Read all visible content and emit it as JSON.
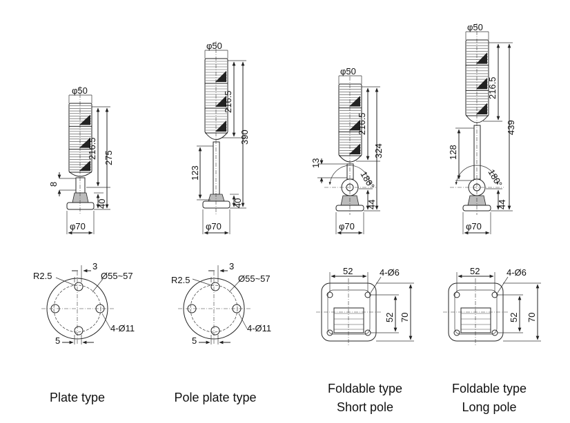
{
  "views": [
    {
      "id": "plate",
      "caption": [
        "Plate type"
      ],
      "elevation": {
        "top_dia": "φ50",
        "base_dia": "φ70",
        "dims": [
          "216.5",
          "275",
          "8",
          "40"
        ]
      },
      "plan": {
        "labels": [
          "R2.5",
          "3",
          "Ø55~57",
          "4-Ø11",
          "5"
        ]
      }
    },
    {
      "id": "pole-plate",
      "caption": [
        "Pole plate type"
      ],
      "elevation": {
        "top_dia": "φ50",
        "base_dia": "φ70",
        "dims": [
          "216.5",
          "390",
          "123",
          "40"
        ]
      },
      "plan": {
        "labels": [
          "R2.5",
          "3",
          "Ø55~57",
          "4-Ø11",
          "5"
        ]
      }
    },
    {
      "id": "foldable-short",
      "caption": [
        "Foldable type",
        "Short pole"
      ],
      "elevation": {
        "top_dia": "φ50",
        "base_dia": "φ70",
        "dims": [
          "216.5",
          "324",
          "13",
          "180°",
          "44"
        ]
      },
      "plan": {
        "labels": [
          "52",
          "4-Ø6",
          "52",
          "70"
        ]
      }
    },
    {
      "id": "foldable-long",
      "caption": [
        "Foldable type",
        "Long pole"
      ],
      "elevation": {
        "top_dia": "φ50",
        "base_dia": "φ70",
        "dims": [
          "216.5",
          "439",
          "128",
          "180°",
          "44"
        ]
      },
      "plan": {
        "labels": [
          "52",
          "4-Ø6",
          "52",
          "70"
        ]
      }
    }
  ]
}
